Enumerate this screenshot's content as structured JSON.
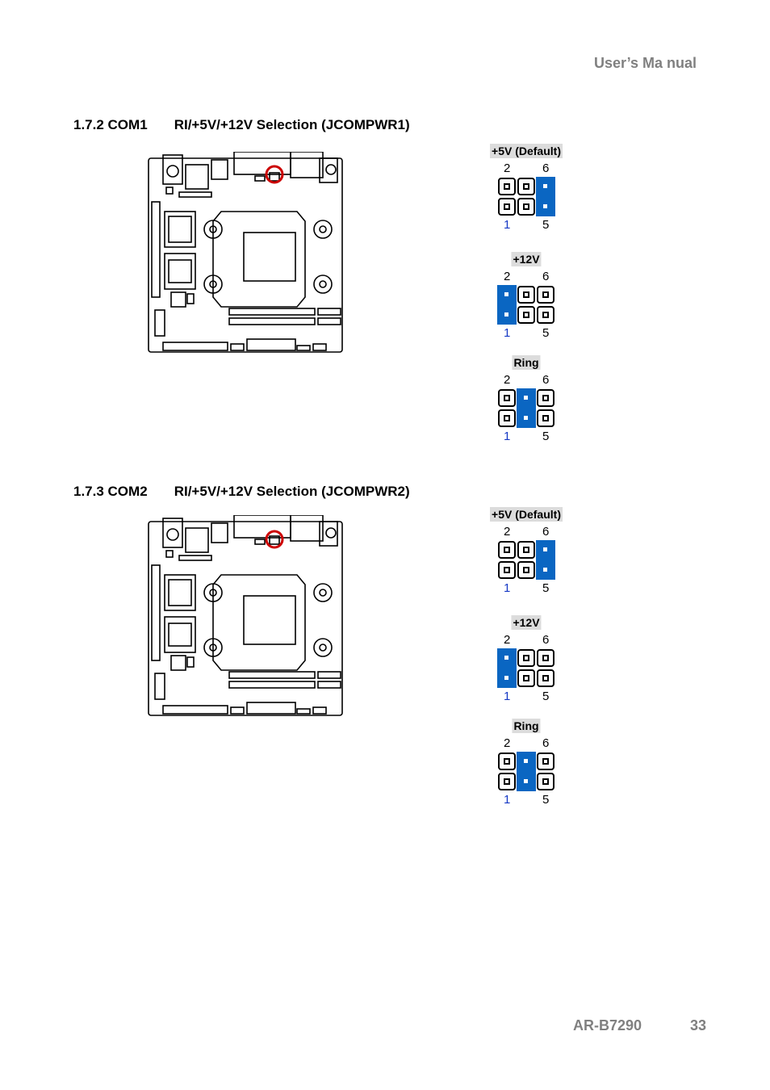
{
  "header": {
    "manual_label": "User’s Ma nual"
  },
  "sections": [
    {
      "title": "1.7.2 COM1       RI/+5V/+12V Selection (JCOMPWR1)",
      "jumpers": [
        {
          "label": "+5V (Default)",
          "top_left": "2",
          "top_right": "6",
          "bottom_left": "1",
          "bottom_right": "5",
          "shorted_column": 3
        },
        {
          "label": "+12V",
          "top_left": "2",
          "top_right": "6",
          "bottom_left": "1",
          "bottom_right": "5",
          "shorted_column": 1
        },
        {
          "label": "Ring",
          "top_left": "2",
          "top_right": "6",
          "bottom_left": "1",
          "bottom_right": "5",
          "shorted_column": 2
        }
      ]
    },
    {
      "title": "1.7.3 COM2       RI/+5V/+12V Selection (JCOMPWR2)",
      "jumpers": [
        {
          "label": "+5V (Default)",
          "top_left": "2",
          "top_right": "6",
          "bottom_left": "1",
          "bottom_right": "5",
          "shorted_column": 3
        },
        {
          "label": "+12V",
          "top_left": "2",
          "top_right": "6",
          "bottom_left": "1",
          "bottom_right": "5",
          "shorted_column": 1
        },
        {
          "label": "Ring",
          "top_left": "2",
          "top_right": "6",
          "bottom_left": "1",
          "bottom_right": "5",
          "shorted_column": 2
        }
      ]
    }
  ],
  "footer": {
    "model": "AR-B7290",
    "page_number": "33"
  },
  "colors": {
    "jumper_cap": "#0a66c2",
    "highlight_circle": "#cc0000",
    "header_text": "#808080",
    "pin1_label": "#1538c5"
  }
}
